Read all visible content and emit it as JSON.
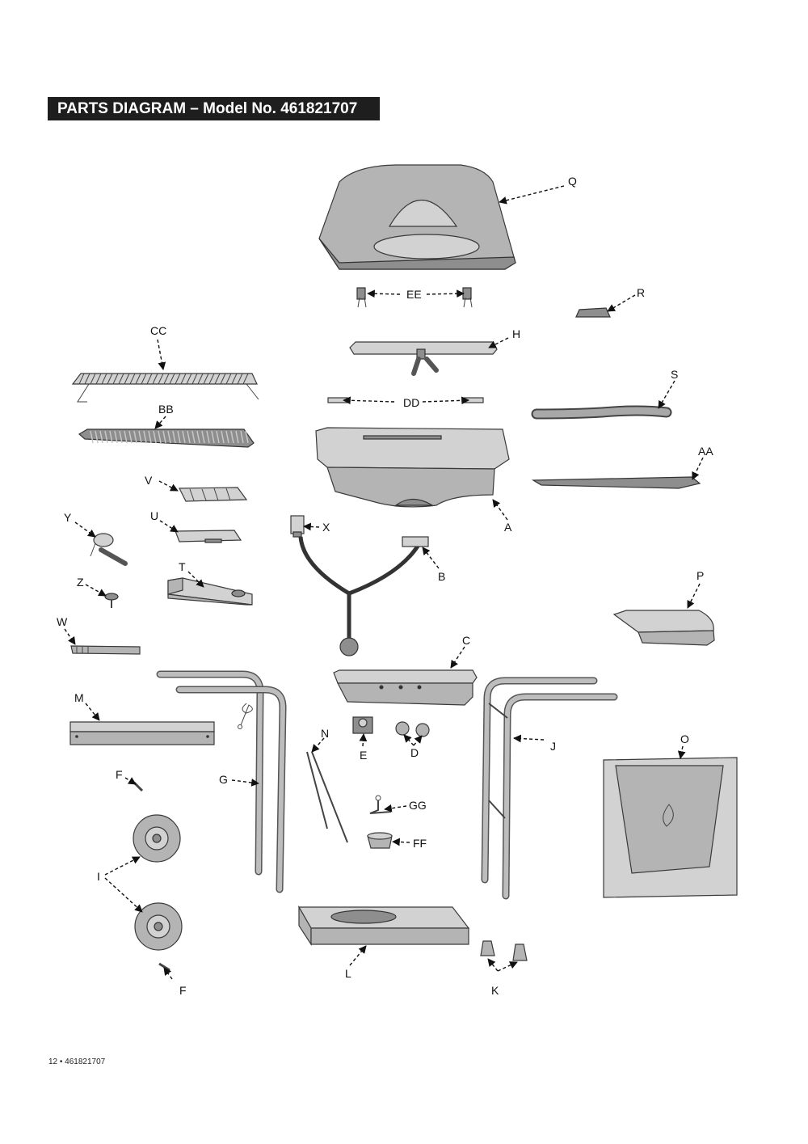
{
  "header": {
    "title": "PARTS DIAGRAM – Model No. 461821707"
  },
  "footer": {
    "text": "12 • 461821707"
  },
  "labels": {
    "Q": "Q",
    "EE": "EE",
    "R": "R",
    "CC": "CC",
    "H": "H",
    "S": "S",
    "BB": "BB",
    "DD": "DD",
    "AA": "AA",
    "V": "V",
    "A": "A",
    "Y": "Y",
    "U": "U",
    "X": "X",
    "B": "B",
    "P": "P",
    "T": "T",
    "Z": "Z",
    "W": "W",
    "C": "C",
    "M": "M",
    "N": "N",
    "J": "J",
    "O": "O",
    "E": "E",
    "D": "D",
    "F1": "F",
    "G": "G",
    "GG": "GG",
    "FF": "FF",
    "I": "I",
    "L": "L",
    "K": "K",
    "F2": "F"
  }
}
